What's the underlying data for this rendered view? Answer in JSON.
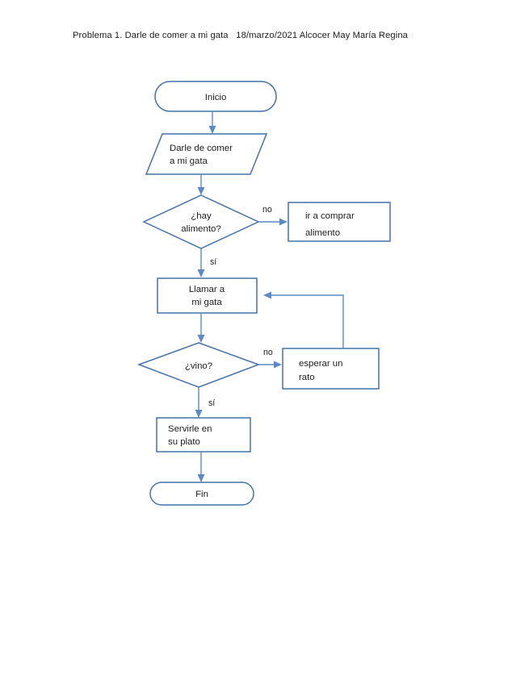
{
  "document": {
    "header": "Problema 1. Darle de comer a mi gata   18/marzo/2021 Alcocer May María Regina",
    "page_background": "#ffffff"
  },
  "theme": {
    "shape_stroke": "#4472a8",
    "shape_fill": "#ffffff",
    "connector_stroke": "#5b8ac4",
    "text_color": "#1c1c1c"
  },
  "chart_data": {
    "type": "diagram",
    "diagram_kind": "flowchart",
    "title": "Problema 1. Darle de comer a mi gata",
    "nodes": [
      {
        "id": "inicio",
        "shape": "terminator",
        "lines": [
          "Inicio"
        ],
        "align": "center"
      },
      {
        "id": "darle",
        "shape": "parallelogram",
        "lines": [
          "Darle de comer",
          "a mi gata"
        ],
        "align": "left"
      },
      {
        "id": "hay",
        "shape": "decision",
        "lines": [
          "¿hay",
          "alimento?"
        ],
        "align": "center"
      },
      {
        "id": "comprar",
        "shape": "process",
        "lines": [
          "ir a comprar",
          "alimento"
        ],
        "align": "left"
      },
      {
        "id": "llamar",
        "shape": "process",
        "lines": [
          "Llamar a",
          "mi gata"
        ],
        "align": "center"
      },
      {
        "id": "vino",
        "shape": "decision",
        "lines": [
          "¿vino?"
        ],
        "align": "center"
      },
      {
        "id": "esperar",
        "shape": "process",
        "lines": [
          "esperar un",
          "rato"
        ],
        "align": "left"
      },
      {
        "id": "servirle",
        "shape": "process",
        "lines": [
          "Servirle en",
          "su plato"
        ],
        "align": "left"
      },
      {
        "id": "fin",
        "shape": "terminator",
        "lines": [
          "Fin"
        ],
        "align": "center"
      }
    ],
    "edges": [
      {
        "from": "inicio",
        "to": "darle",
        "label": ""
      },
      {
        "from": "darle",
        "to": "hay",
        "label": ""
      },
      {
        "from": "hay",
        "to": "comprar",
        "label": "no"
      },
      {
        "from": "hay",
        "to": "llamar",
        "label": "sí"
      },
      {
        "from": "llamar",
        "to": "vino",
        "label": ""
      },
      {
        "from": "vino",
        "to": "esperar",
        "label": "no"
      },
      {
        "from": "vino",
        "to": "servirle",
        "label": "sí"
      },
      {
        "from": "esperar",
        "to": "llamar",
        "label": ""
      },
      {
        "from": "servirle",
        "to": "fin",
        "label": ""
      }
    ]
  },
  "labels": {
    "inicio": "Inicio",
    "darle_l1": "Darle de comer",
    "darle_l2": "a mi gata",
    "hay_l1": "¿hay",
    "hay_l2": "alimento?",
    "comprar_l1": "ir a comprar",
    "comprar_l2": "alimento",
    "llamar_l1": "Llamar a",
    "llamar_l2": "mi gata",
    "vino_l1": "¿vino?",
    "esperar_l1": "esperar un",
    "esperar_l2": "rato",
    "servirle_l1": "Servirle en",
    "servirle_l2": "su plato",
    "fin": "Fin",
    "edge_no_1": "no",
    "edge_si_1": "sí",
    "edge_no_2": "no",
    "edge_si_2": "sí"
  }
}
